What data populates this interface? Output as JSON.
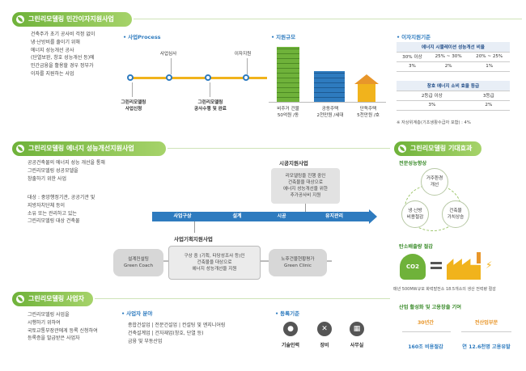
{
  "s1": {
    "title": "그린리모델링 민간이자지원사업",
    "desc": "건축주가 초기 공사비 걱정 없이\n냉·난방비를 줄이기 위해\n에너지 성능개선 공사\n(단열보완, 창호 성능개선 등)에\n민간금융을 활용할 경우 정부가\n이자를 지원하는 사업",
    "process_title": "사업Process",
    "steps_top": [
      "사업심사",
      "이자지원"
    ],
    "steps_bottom": [
      "그린리모델링\n사업신청",
      "그린리모델링\n공사수행 및 완료"
    ],
    "scale_title": "지원규모",
    "scale_items": [
      {
        "label": "비주거 건물\n50억원 /동"
      },
      {
        "label": "공동주택\n2천만원 /세대"
      },
      {
        "label": "단독주택\n5천만원 /호"
      }
    ],
    "criteria_title": "이자지원기준",
    "table1_head": "에너지 시뮬레이션 성능개선 비율",
    "table1_rows": [
      [
        "30% 이상",
        "25% ~ 30%",
        "20% ~ 25%"
      ],
      [
        "3%",
        "2%",
        "1%"
      ]
    ],
    "table2_head": "창호 에너지 소비 효율 등급",
    "table2_rows": [
      [
        "2등급 이상",
        "3등급"
      ],
      [
        "3%",
        "2%"
      ]
    ],
    "note": "※ 자상위계층(기초생활수급자 포함) : 4%"
  },
  "s2": {
    "title": "그린리모델링 에너지 성능개선지원사업",
    "desc": "공공건축물의 에너지 성능 개선을 통해\n그린리모델링 성공모델을\n창출하기 위한 사업",
    "target": "대상 : 중앙행정기관, 공공기관 및\n지방자치단체 등이\n소유 또는 관리하고 있는\n그린리모델링 대상 건축물",
    "pilot_title": "시공지원사업",
    "pilot_desc": "리모델링을 진행 중인\n건축물을 대상으로\n에너지 성능개선을 위한\n추가공사비 지원",
    "stages": [
      "사업구상",
      "설계",
      "시공",
      "유지관리"
    ],
    "plan_title": "사업기획지원사업",
    "plan_boxes": [
      "설계컨설팅\nGreen Coach",
      "구상 중 (기획, 타당성조사 등)인\n건축물을 대상으로\n에너지 성능개선을 지원",
      "노후건물현황평가\nGreen Clinic"
    ]
  },
  "s3": {
    "title": "그린리모델링 기대효과",
    "h1": "전문성능향상",
    "c_top": "거주환경\n개선",
    "c_left": "냉·난방\n비용절감",
    "c_right": "건축물\n가치상승",
    "h2": "탄소배출량 절감",
    "co2": "CO2",
    "carbon_note": "매년 500MW규모 화력발전소 18.5개소의 생산 전력량 절감",
    "h3": "산업 활성화 및 고용창출 기여",
    "k1_top": "30년간",
    "k1_bottom": "160조 비용절감",
    "k2_top": "전산업부문",
    "k2_bottom": "연 12.6천명 고용유발"
  },
  "s4": {
    "title": "그린리모델링 사업자",
    "desc": "그린리모델링 사업을\n시행하기 위하여\n국토교통부장관에게 등록 신청하여\n등록증을 발급받은 사업자",
    "field_title": "사업자 분야",
    "field_desc": "종합건설업 | 전문건설업 | 컨설팅 및 엔지니어링\n건축설계업 | 건자재업(창호, 단열 등)\n금융 및 부동산업",
    "reg_title": "등록기준",
    "reg_items": [
      "기술인력",
      "장비",
      "사무실"
    ]
  },
  "colors": {
    "green": "#6fb23a",
    "blue": "#2e7bbf",
    "yellow": "#f1b31c"
  }
}
